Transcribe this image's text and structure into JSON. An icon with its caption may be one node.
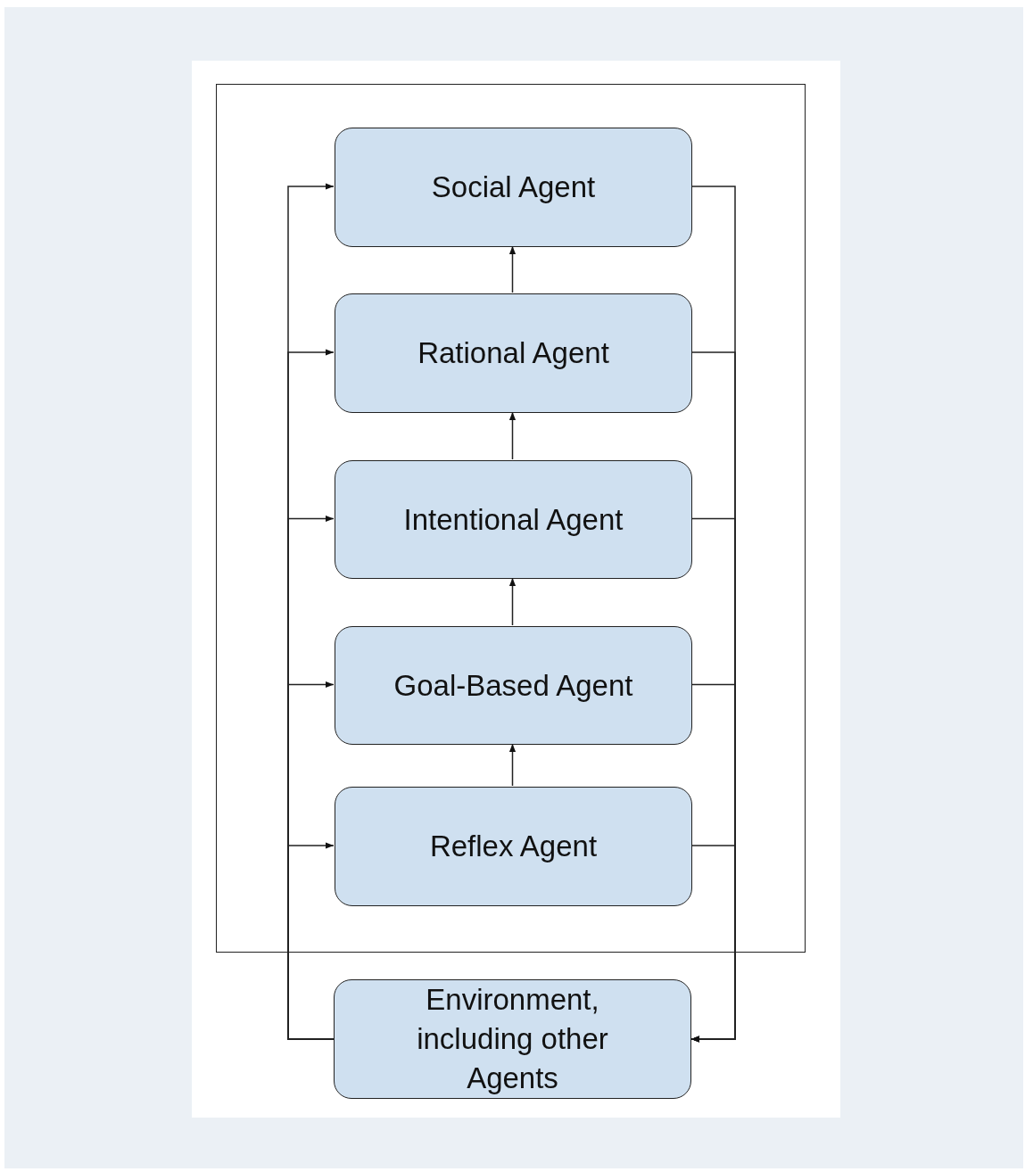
{
  "diagram": {
    "nodes": [
      {
        "text": [],
        "shape": "box"
      },
      {
        "text": [
          "Social Agent"
        ],
        "in": 0
      },
      {
        "text": [
          "Rational Agent"
        ],
        "in": 0
      },
      {
        "text": [
          "Intentional Agent"
        ],
        "in": 0
      },
      {
        "text": [
          "Goal-Based Agent"
        ],
        "in": 0
      },
      {
        "text": [
          "Reflex Agent"
        ],
        "in": 0
      },
      {
        "text": [
          "Environment, including other Agents"
        ]
      }
    ],
    "edges": [
      {
        "from": 5,
        "to": 4,
        "arrow": "to"
      },
      {
        "from": 4,
        "to": 3,
        "arrow": "to"
      },
      {
        "from": 3,
        "to": 2,
        "arrow": "to"
      },
      {
        "from": 2,
        "to": 1,
        "arrow": "to"
      },
      {
        "from": 6,
        "to": 1,
        "arrow": "to"
      },
      {
        "from": 6,
        "to": 2,
        "arrow": "to"
      },
      {
        "from": 6,
        "to": 3,
        "arrow": "to"
      },
      {
        "from": 6,
        "to": 4,
        "arrow": "to"
      },
      {
        "from": 6,
        "to": 5,
        "arrow": "to"
      },
      {
        "from": 1,
        "to": 6,
        "arrow": "to"
      },
      {
        "from": 2,
        "to": 6,
        "arrow": "to"
      },
      {
        "from": 3,
        "to": 6,
        "arrow": "to"
      },
      {
        "from": 4,
        "to": 6,
        "arrow": "to"
      },
      {
        "from": 5,
        "to": 6,
        "arrow": "to"
      }
    ]
  }
}
